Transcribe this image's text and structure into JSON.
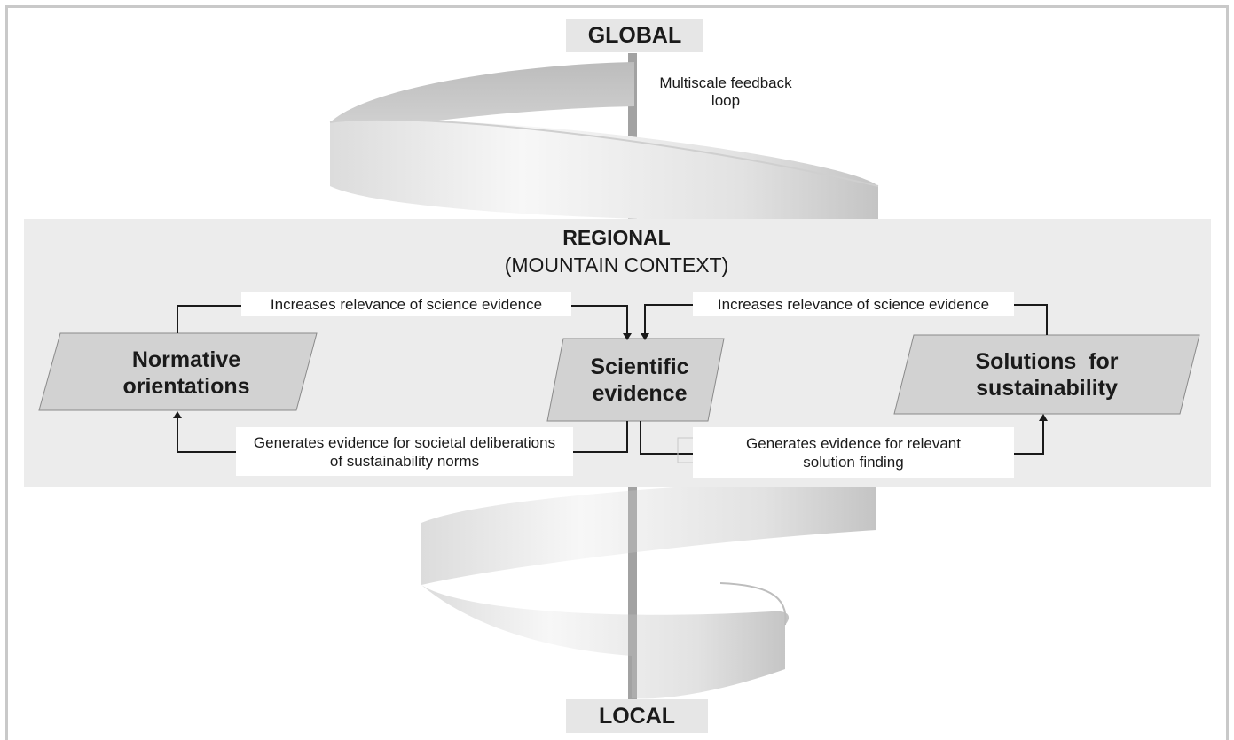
{
  "scales": {
    "global": "GLOBAL",
    "local": "LOCAL"
  },
  "feedback_loop": {
    "line1": "Multiscale feedback",
    "line2": "loop"
  },
  "region": {
    "title": "REGIONAL",
    "subtitle": "(MOUNTAIN CONTEXT)"
  },
  "nodes": {
    "normative": {
      "line1": "Normative",
      "line2": "orientations"
    },
    "scientific": {
      "line1": "Scientific",
      "line2": "evidence"
    },
    "solutions": {
      "line1": "Solutions  for",
      "line2": "sustainability"
    }
  },
  "links": {
    "top_left": "Increases relevance of science evidence",
    "top_right": "Increases relevance of science evidence",
    "bottom_left": {
      "line1": "Generates evidence for societal deliberations",
      "line2": "of sustainability norms"
    },
    "bottom_right": {
      "line1": "Generates evidence for relevant",
      "line2": "solution finding"
    }
  },
  "colors": {
    "region_band": "#ececec",
    "node_fill": "#d2d2d2",
    "ribbon_light": "#efefef",
    "ribbon_dark": "#bdbdbd",
    "axis": "#9c9c9c",
    "connector": "#1a1a1a"
  }
}
